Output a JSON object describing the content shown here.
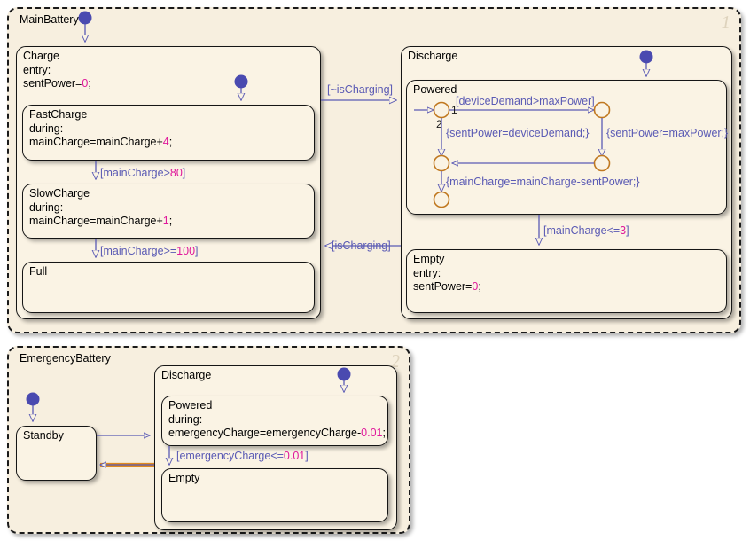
{
  "chart": {
    "canvas_background": "#ffffff",
    "state_fill": "#faf3e4",
    "transition_color": "#5a5ab4",
    "highlight_color": "#e08a1e",
    "junction_color": "#c07820",
    "literal_color": "#e0189b"
  },
  "parallel_states": [
    {
      "name": "MainBattery",
      "index": "1",
      "states": [
        {
          "name": "Charge",
          "actions": [
            "entry:",
            "sentPower=0;"
          ],
          "action_literal": "0"
        },
        {
          "name": "FastCharge",
          "actions": [
            "during:",
            "mainCharge=mainCharge+4;"
          ],
          "action_literal": "4"
        },
        {
          "name": "SlowCharge",
          "actions": [
            "during:",
            "mainCharge=mainCharge+1;"
          ],
          "action_literal": "1"
        },
        {
          "name": "Full",
          "actions": []
        },
        {
          "name": "Discharge",
          "actions": []
        },
        {
          "name": "Powered",
          "actions": []
        },
        {
          "name": "Empty",
          "actions": [
            "entry:",
            "sentPower=0;"
          ],
          "action_literal": "0"
        }
      ],
      "transitions": [
        {
          "label": "[mainCharge>80]",
          "literal": "80"
        },
        {
          "label": "[mainCharge>=100]",
          "literal": "100"
        },
        {
          "label": "[~isCharging]",
          "literal": ""
        },
        {
          "label": "[isCharging]",
          "literal": ""
        },
        {
          "label": "[mainCharge<=3]",
          "literal": "3"
        },
        {
          "label": "[deviceDemand>maxPower]",
          "literal": ""
        },
        {
          "label": "{sentPower=deviceDemand;}",
          "literal": ""
        },
        {
          "label": "{sentPower=maxPower;}",
          "literal": ""
        },
        {
          "label": "{mainCharge=mainCharge-sentPower;}",
          "literal": ""
        }
      ],
      "junction_order_labels": [
        "1",
        "2"
      ]
    },
    {
      "name": "EmergencyBattery",
      "index": "2",
      "states": [
        {
          "name": "Standby",
          "actions": []
        },
        {
          "name": "Discharge",
          "actions": []
        },
        {
          "name": "Powered",
          "actions": [
            "during:",
            "emergencyCharge=emergencyCharge-0.01;"
          ],
          "action_literal": "0.01"
        },
        {
          "name": "Empty",
          "actions": []
        }
      ],
      "transitions": [
        {
          "label": "[emergencyCharge<=0.01]",
          "literal": "0.01"
        }
      ]
    }
  ],
  "labels": {
    "mainbattery_title": "MainBattery",
    "mainbattery_index": "1",
    "emergencybattery_title": "EmergencyBattery",
    "emergencybattery_index": "2",
    "charge_name": "Charge",
    "charge_entry": "entry:",
    "charge_action_pre": "sentPower=",
    "charge_action_num": "0",
    "charge_action_post": ";",
    "fastcharge_name": "FastCharge",
    "fastcharge_during": "during:",
    "fastcharge_action_pre": "mainCharge=mainCharge+",
    "fastcharge_action_num": "4",
    "fastcharge_action_post": ";",
    "slowcharge_name": "SlowCharge",
    "slowcharge_during": "during:",
    "slowcharge_action_pre": "mainCharge=mainCharge+",
    "slowcharge_action_num": "1",
    "slowcharge_action_post": ";",
    "full_name": "Full",
    "discharge_name": "Discharge",
    "powered_name": "Powered",
    "empty_name": "Empty",
    "empty_entry": "entry:",
    "empty_action_pre": "sentPower=",
    "empty_action_num": "0",
    "empty_action_post": ";",
    "t_maincharge_gt80_pre": "[mainCharge>",
    "t_maincharge_gt80_num": "80",
    "t_maincharge_gt80_post": "]",
    "t_maincharge_ge100_pre": "[mainCharge>=",
    "t_maincharge_ge100_num": "100",
    "t_maincharge_ge100_post": "]",
    "t_not_ischarging": "[~isCharging]",
    "t_ischarging": "[isCharging]",
    "t_maincharge_le3_pre": "[mainCharge<=",
    "t_maincharge_le3_num": "3",
    "t_maincharge_le3_post": "]",
    "t_device_demand": "[deviceDemand>maxPower]",
    "t_sent_device": "{sentPower=deviceDemand;}",
    "t_sent_max": "{sentPower=maxPower;}",
    "t_main_minus": "{mainCharge=mainCharge-sentPower;}",
    "jn_order_1": "1",
    "jn_order_2": "2",
    "eb_standby_name": "Standby",
    "eb_discharge_name": "Discharge",
    "eb_powered_name": "Powered",
    "eb_powered_during": "during:",
    "eb_powered_action_pre": "emergencyCharge=emergencyCharge-",
    "eb_powered_action_num": "0.01",
    "eb_powered_action_post": ";",
    "eb_empty_name": "Empty",
    "eb_t_cond_pre": "[emergencyCharge<=",
    "eb_t_cond_num": "0.01",
    "eb_t_cond_post": "]"
  }
}
